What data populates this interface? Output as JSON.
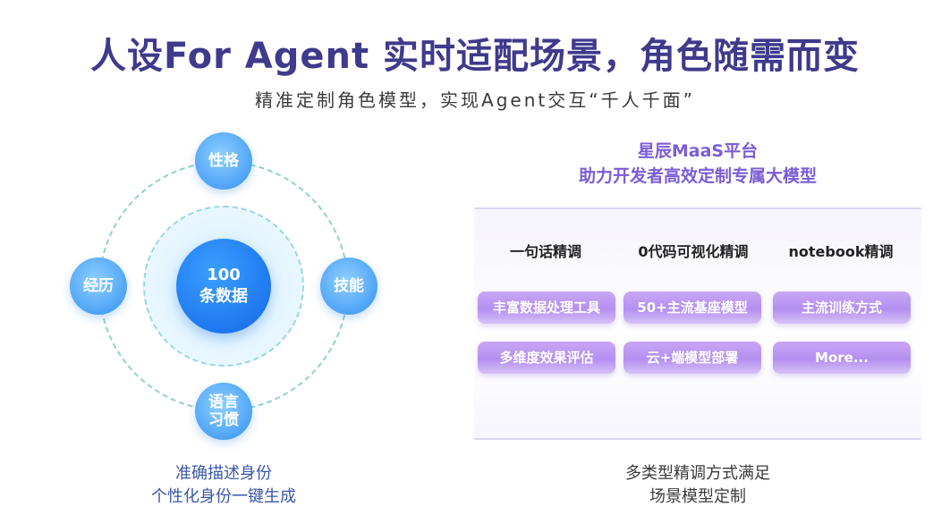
{
  "header": {
    "title": "人设For Agent  实时适配场景，角色随需而变",
    "subtitle": "精准定制角色模型，实现Agent交互“千人千面”"
  },
  "orbit": {
    "core_line1": "100",
    "core_line2": "条数据",
    "node_top": "性格",
    "node_left": "经历",
    "node_right": "技能",
    "node_bottom_line1": "语言",
    "node_bottom_line2": "习惯",
    "caption_line1": "准确描述身份",
    "caption_line2": "个性化身份一键生成"
  },
  "platform": {
    "title_line1": "星辰MaaS平台",
    "title_line2": "助力开发者高效定制专属大模型",
    "columns": [
      "一句话精调",
      "0代码可视化精调",
      "notebook精调"
    ],
    "features": [
      [
        "丰富数据处理工具",
        "50+主流基座模型",
        "主流训练方式"
      ],
      [
        "多维度效果评估",
        "云+端模型部署",
        "More..."
      ]
    ],
    "caption_line1": "多类型精调方式满足",
    "caption_line2": "场景模型定制"
  },
  "colors": {
    "title": "#3f3a8c",
    "accent_purple": "#7b5cd6",
    "core_blue": "#1f78f0",
    "node_blue": "#4aa0f6",
    "pill_purple": "#b48ff0"
  }
}
